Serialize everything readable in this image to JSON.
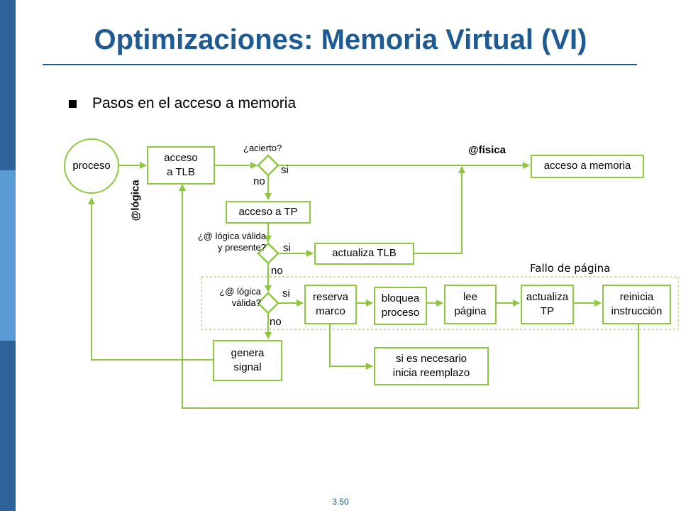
{
  "slide": {
    "title": "Optimizaciones: Memoria Virtual (VI)",
    "bullet": "Pasos en el acceso a memoria",
    "page_number": "3.50"
  },
  "colors": {
    "accent_green": "#8dc63f",
    "title_blue": "#1f5b93",
    "sidebar_dark": "#2e6399",
    "sidebar_light": "#5b9bd5"
  },
  "diagram": {
    "nodes": {
      "proceso": "proceso",
      "acceso_tlb": "acceso\na TLB",
      "acceso_memoria": "acceso a memoria",
      "acceso_tp": "acceso a TP",
      "actualiza_tlb": "actualiza TLB",
      "reserva_marco": "reserva\nmarco",
      "bloquea_proceso": "bloquea\nproceso",
      "lee_pagina": "lee\npágina",
      "actualiza_tp": "actualiza\nTP",
      "reinicia_instruccion": "reinicia\ninstrucción",
      "genera_signal": "genera\nsignal",
      "reemplazo": "si es necesario\ninicia reemplazo"
    },
    "labels": {
      "acierto_q": "¿acierto?",
      "si_1": "si",
      "no_1": "no",
      "logica_valida_presente_q": "¿@ lógica válida\ny presente?",
      "si_2": "si",
      "no_2": "no",
      "logica_valida_q": "¿@ lógica\nválida?",
      "si_3": "si",
      "no_3": "no",
      "fisica": "@física",
      "logica": "@lógica",
      "fallo_pagina": "Fallo de página"
    }
  }
}
